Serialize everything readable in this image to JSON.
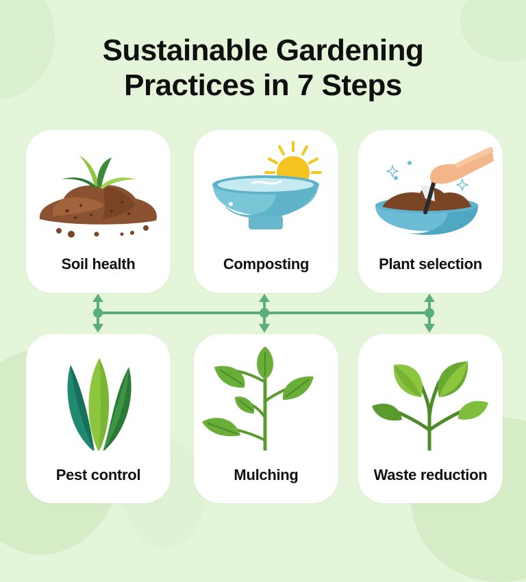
{
  "title": {
    "line1": "Sustainable Gardening",
    "line2": "Practices in 7 Steps"
  },
  "colors": {
    "background": "#e4f5da",
    "card": "#ffffff",
    "connector": "#5aae78",
    "title": "#0f0f0f"
  },
  "steps": [
    {
      "label": "Soil health",
      "icon": "soil-sprout-icon"
    },
    {
      "label": "Composting",
      "icon": "water-bowl-sun-icon"
    },
    {
      "label": "Plant selection",
      "icon": "hand-mixing-bowl-icon"
    },
    {
      "label": "Pest control",
      "icon": "aloe-leaves-icon"
    },
    {
      "label": "Mulching",
      "icon": "leafy-branch-icon"
    },
    {
      "label": "Waste reduction",
      "icon": "seedling-icon"
    }
  ]
}
